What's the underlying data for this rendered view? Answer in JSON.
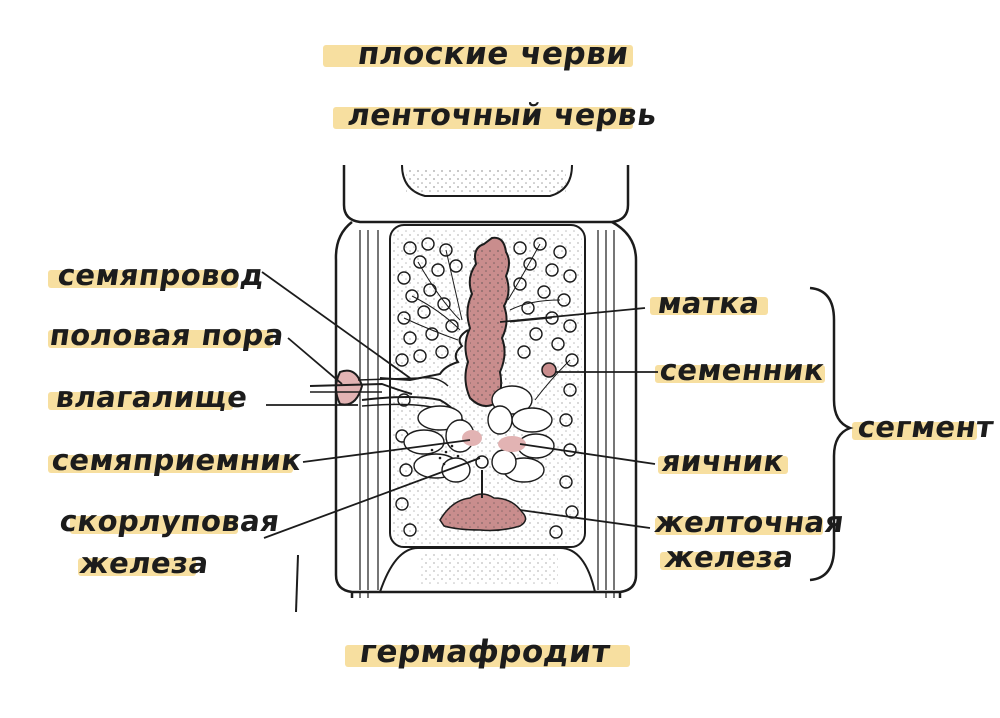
{
  "titles": {
    "main": "плоские черви",
    "sub": "ленточный червь",
    "bottom": "гермафродит"
  },
  "labels_left": {
    "semyaprovod": "семяпровод",
    "polovaya_pora": "половая пора",
    "vlagalishche": "влагалище",
    "semyapriemnik": "семяприемник",
    "skorlupovaya_1": "скорлуповая",
    "skorlupovaya_2": "железа"
  },
  "labels_right": {
    "matka": "матка",
    "semennik": "семенник",
    "yaichnik": "яичник",
    "zheltochnaya_1": "желточная",
    "zheltochnaya_2": "железа",
    "segment": "сегмент"
  },
  "colors": {
    "highlight": "#f7dfa0",
    "ink": "#1c1c1c",
    "organ_pink": "#c98d8d"
  }
}
